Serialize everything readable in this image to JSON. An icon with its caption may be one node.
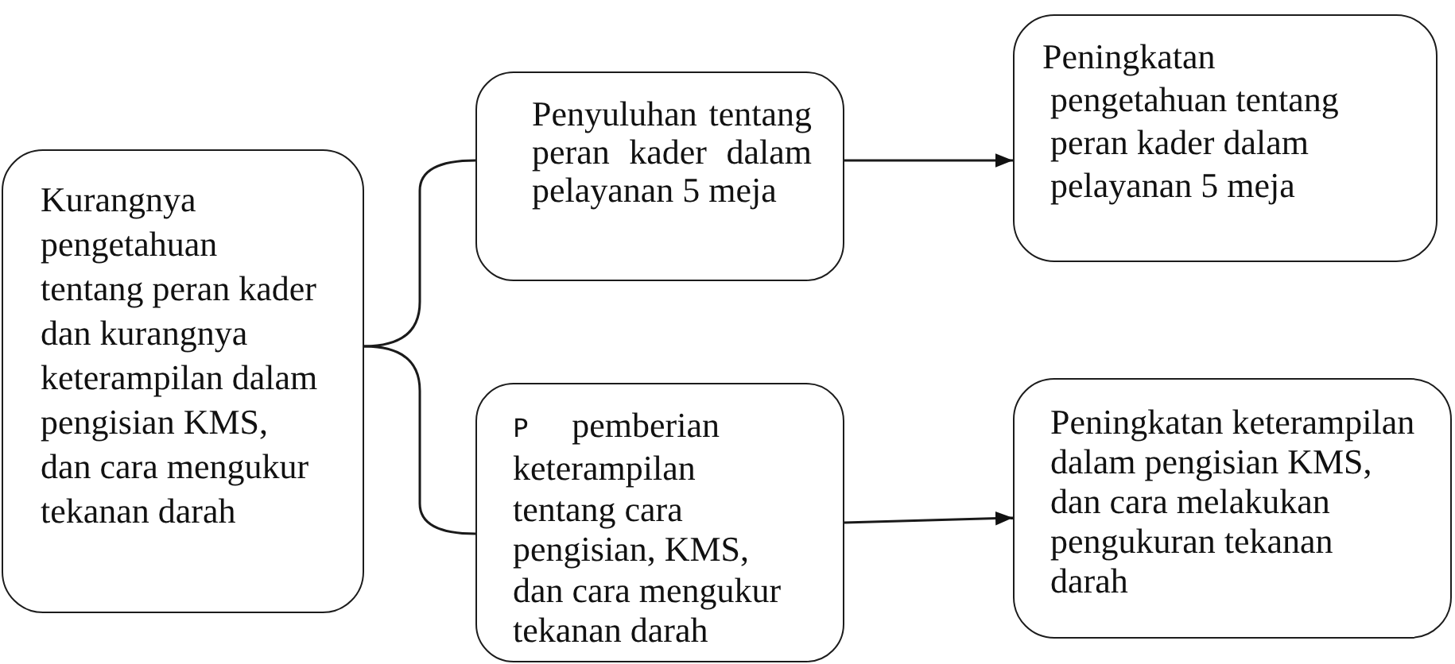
{
  "diagram": {
    "nodes": [
      {
        "text": [
          "Kurangnya pengetahuan tentang peran kader dan kurangnya keterampilan dalam pengisian KMS, dan cara mengukur tekanan darah"
        ]
      },
      {
        "text": [
          "Penyuluhan tentang peran kader dalam pelayanan 5 meja"
        ]
      },
      {
        "text": [
          "P pemberian keterampilan tentang cara pengisian, KMS, dan cara mengukur tekanan darah"
        ]
      },
      {
        "text": [
          "Peningkatan pengetahuan tentang peran kader dalam pelayanan 5 meja"
        ]
      },
      {
        "text": [
          "Peningkatan keterampilan dalam pengisian KMS, dan cara melakukan pengukuran tekanan darah"
        ]
      }
    ],
    "edges": [
      {
        "from": 0,
        "to": 1,
        "arrow": "none"
      },
      {
        "from": 0,
        "to": 2,
        "arrow": "none"
      },
      {
        "from": 1,
        "to": 3,
        "arrow": "to"
      },
      {
        "from": 2,
        "to": 4,
        "arrow": "to"
      }
    ]
  }
}
